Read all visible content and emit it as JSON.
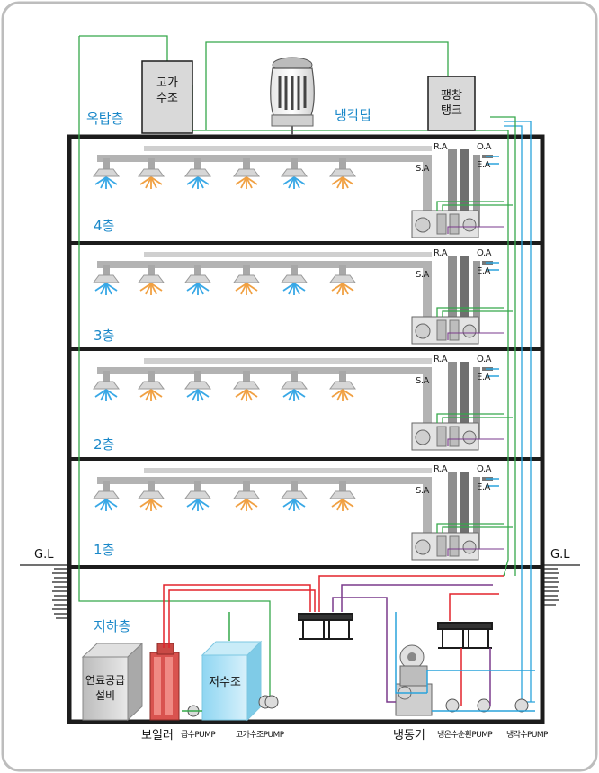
{
  "floors": [
    "4층",
    "3층",
    "2층",
    "1층"
  ],
  "roof": {
    "label": "옥탑층",
    "tank": "고가\n수조",
    "tower": "냉각탑",
    "expansion": "팽창\n탱크"
  },
  "basement": {
    "label": "지하층"
  },
  "ahu_labels": {
    "ra": "R.A",
    "oa": "O.A",
    "ea": "E.A",
    "sa": "S.A"
  },
  "ground": {
    "left": "G.L",
    "right": "G.L"
  },
  "equipment": {
    "fuel": "연료공급\n설비",
    "storage": "저수조",
    "boiler": "보일러",
    "feed_pump": "급수PUMP",
    "tank_pump": "고가수조PUMP",
    "chiller": "냉동기",
    "chw_pump": "냉온수순환PUMP",
    "cw_pump": "냉각수PUMP"
  },
  "colors": {
    "hot_diffuser": "#f0a042",
    "cold_diffuser": "#38a8e6",
    "red_pipe": "#e3232b",
    "blue_pipe": "#2aa3dc",
    "green_pipe": "#35a84a",
    "purple_pipe": "#7a3a8c",
    "label_blue": "#1a88c9"
  }
}
